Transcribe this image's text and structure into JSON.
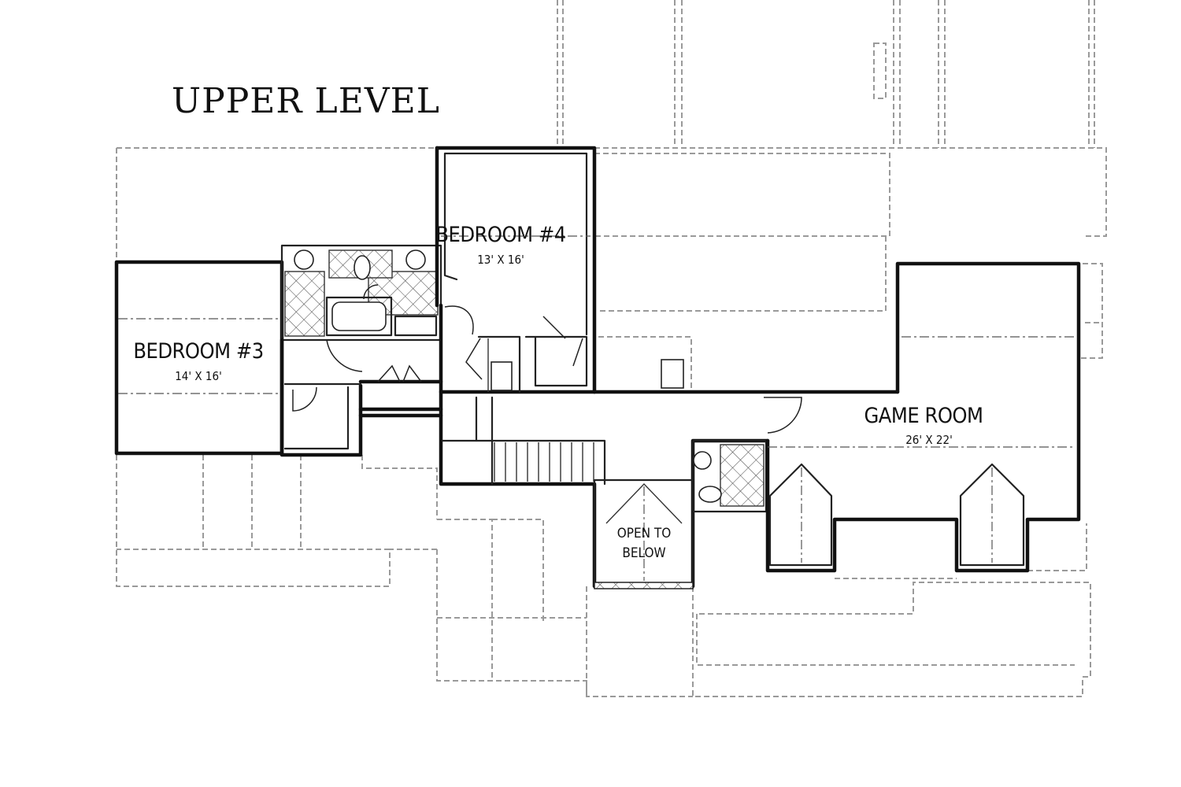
{
  "title": "UPPER LEVEL",
  "rooms": {
    "bedroom3": {
      "name": "BEDROOM #3",
      "dims": "14' X 16'"
    },
    "bedroom4": {
      "name": "BEDROOM #4",
      "dims": "13' X 16'"
    },
    "game_room": {
      "name": "GAME ROOM",
      "dims": "26' X 22'"
    }
  },
  "open_to_below": {
    "line1": "OPEN TO",
    "line2": "BELOW"
  },
  "colors": {
    "wall": "#111111",
    "ghost_outline": "#9a9a9a",
    "background": "#ffffff"
  }
}
